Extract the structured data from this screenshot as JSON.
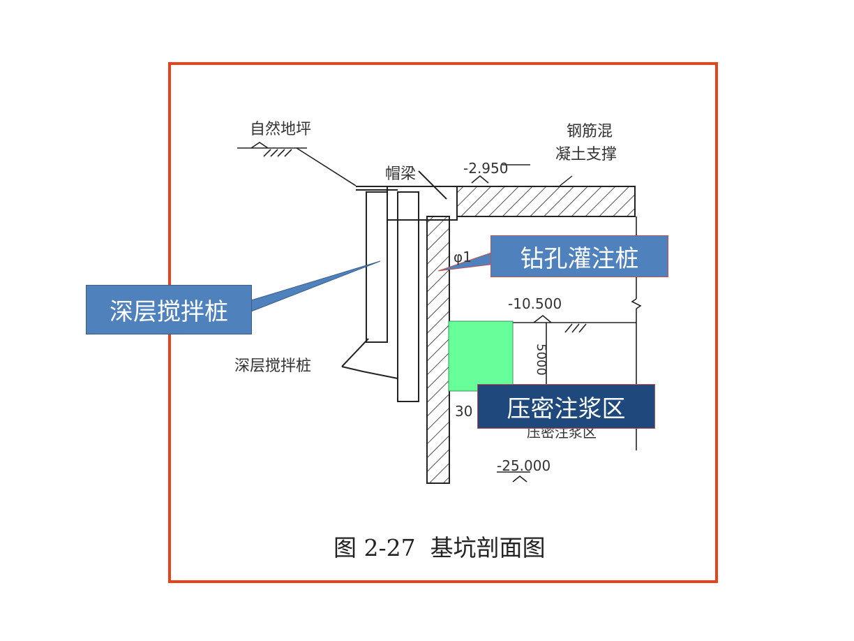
{
  "labels": {
    "ground_level": "自然地坪",
    "cap_beam": "帽梁",
    "rc_brace_line1": "钢筋混",
    "rc_brace_line2": "凝土支撑",
    "elev_top": "-2.950",
    "elev_mid": "-10.500",
    "elev_bottom": "-25.000",
    "dim_vertical": "5000",
    "mixing_pile_label": "深层搅拌桩",
    "pile_dia": "φ1",
    "partial_30": "30",
    "grout_label_faint": "压密注浆区"
  },
  "callouts": {
    "bored_pile": "钻孔灌注桩",
    "deep_mixing_pile": "深层搅拌桩",
    "grouting_zone": "压密注浆区"
  },
  "caption": "图 2-27  基坑剖面图",
  "colors": {
    "frame": "#e8421a",
    "callout_blue": "#4f81bd",
    "callout_navy": "#1f497d",
    "grout_zone": "#66ff99"
  }
}
